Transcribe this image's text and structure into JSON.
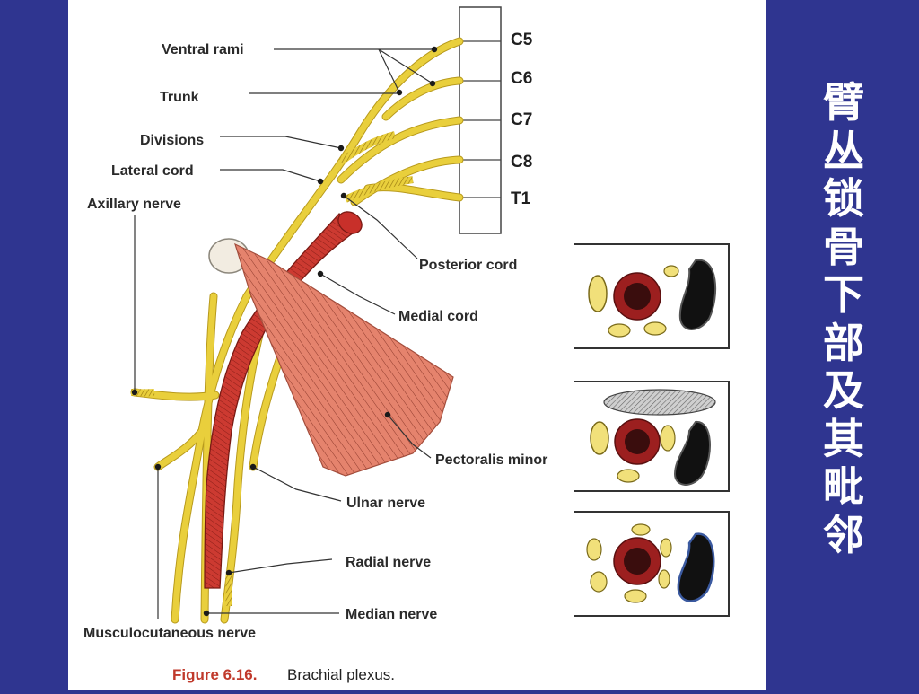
{
  "side_title": [
    "臂",
    "丛",
    "锁",
    "骨",
    "下",
    "部",
    "及",
    "其",
    "毗",
    "邻"
  ],
  "roots": [
    "C5",
    "C6",
    "C7",
    "C8",
    "T1"
  ],
  "labels": {
    "ventral_rami": "Ventral rami",
    "trunk": "Trunk",
    "divisions": "Divisions",
    "lateral_cord": "Lateral cord",
    "axillary_nerve": "Axillary nerve",
    "posterior_cord": "Posterior cord",
    "medial_cord": "Medial cord",
    "pectoralis_minor": "Pectoralis minor",
    "ulnar_nerve": "Ulnar nerve",
    "radial_nerve": "Radial nerve",
    "median_nerve": "Median nerve",
    "musculocutaneous_nerve": "Musculocutaneous nerve"
  },
  "caption": {
    "number": "Figure 6.16.",
    "text": "Brachial plexus."
  },
  "colors": {
    "background": "#2f3590",
    "nerve": "#e9cf3c",
    "artery": "#c8302a",
    "muscle": "#e47a66",
    "vein": "#1c1c1c",
    "caption_number": "#c0392b"
  }
}
